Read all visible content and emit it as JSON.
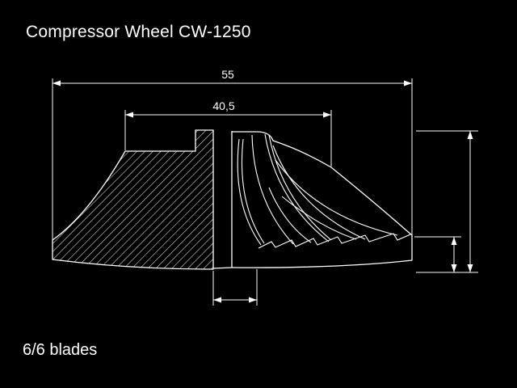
{
  "title": "Compressor Wheel CW-1250",
  "note": "6/6 blades",
  "dimensions": {
    "dim_total_width": "55",
    "dim_inner_width": "40,5"
  },
  "colors": {
    "background": "#000000",
    "line": "#ffffff",
    "text": "#ffffff"
  }
}
